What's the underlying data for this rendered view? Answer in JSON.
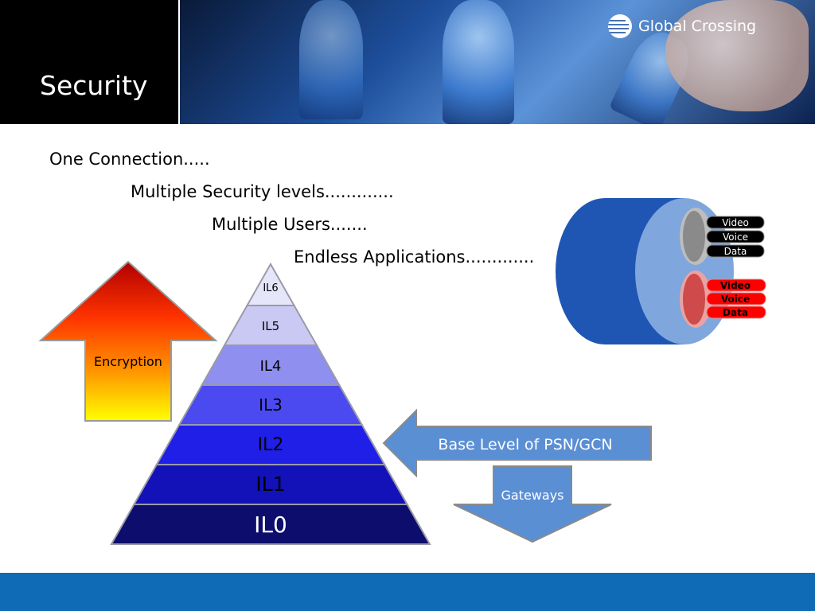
{
  "slide": {
    "title": "Security",
    "logo_text": "Global Crossing",
    "lines": [
      "One Connection.....",
      "Multiple Security levels.............",
      "Multiple Users.......",
      "Endless Applications............."
    ]
  },
  "pyramid": {
    "levels": [
      "IL6",
      "IL5",
      "IL4",
      "IL3",
      "IL2",
      "IL1",
      "IL0"
    ],
    "colors": [
      "#e6e6fb",
      "#c9c9f3",
      "#8f8ff0",
      "#4a4af0",
      "#1f1fe8",
      "#1212b8",
      "#0d0d6e"
    ]
  },
  "encryption_label": "Encryption",
  "callout_label": "Base Level of PSN/GCN",
  "gateways_label": "Gateways",
  "cable": {
    "group_top": [
      "Video",
      "Voice",
      "Data"
    ],
    "group_bottom": [
      "Video",
      "Voice",
      "Data"
    ]
  },
  "colors": {
    "header_black": "#000000",
    "footer_blue": "#0f6bb5",
    "cable_blue": "#1f56b3",
    "arrow_blue": "#5b8fd4"
  }
}
